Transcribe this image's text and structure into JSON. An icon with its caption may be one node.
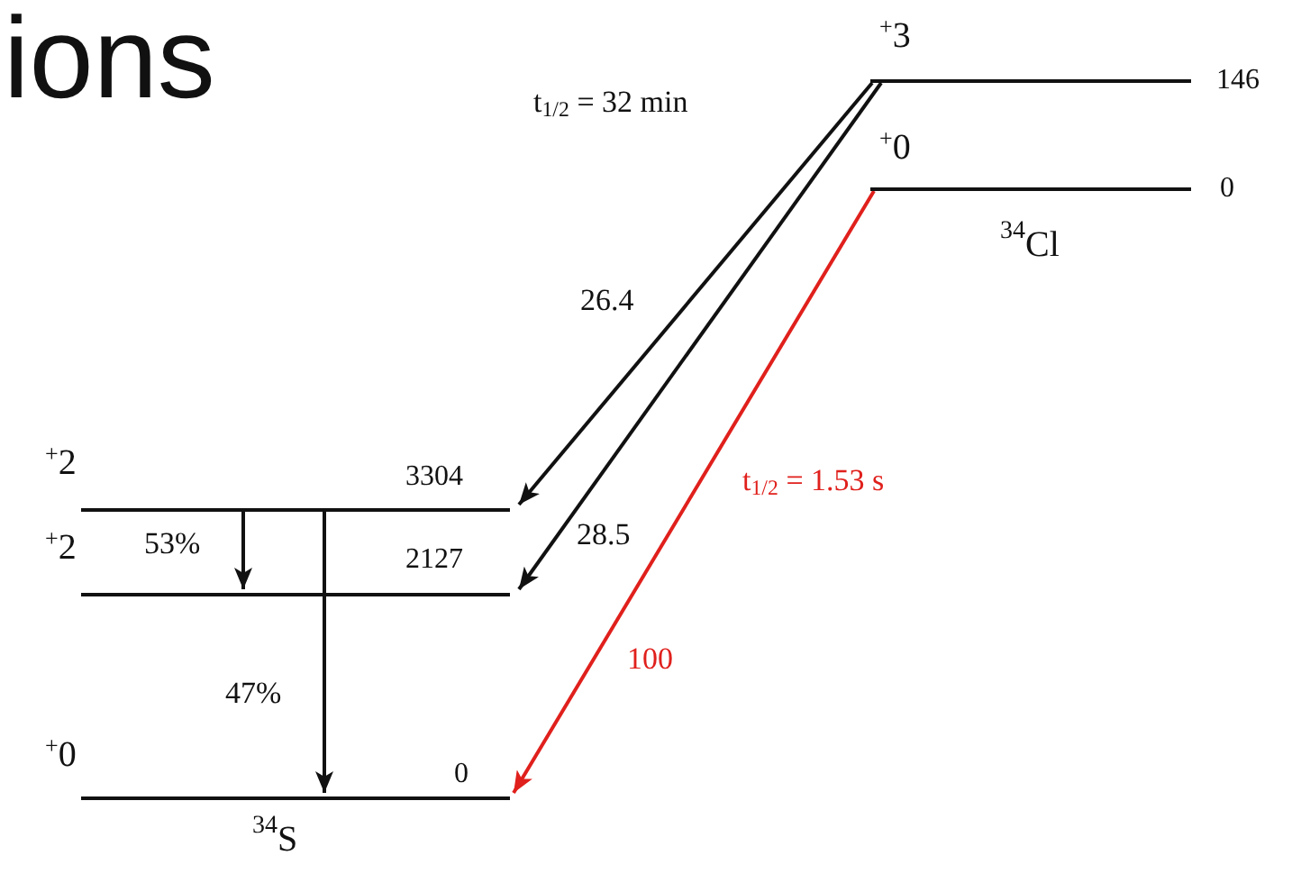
{
  "diagram": {
    "title": "ions",
    "nodes": [
      {
        "text": [
          "$^{+}$3",
          "146"
        ]
      },
      {
        "text": [
          "$^{+}$0",
          "0"
        ]
      },
      {
        "text": [
          "$^{+}$2",
          "3304"
        ]
      },
      {
        "text": [
          "$^{+}$2",
          "2127"
        ]
      },
      {
        "text": [
          "$^{+}$0",
          "0"
        ]
      }
    ],
    "edges": [
      {
        "from": 0,
        "to": 2,
        "arrow": "to",
        "label": "26.4"
      },
      {
        "from": 0,
        "to": 3,
        "arrow": "to",
        "label": "28.5"
      },
      {
        "from": 1,
        "to": 4,
        "arrow": "to",
        "label": "100",
        "color": "#e0201c"
      },
      {
        "from": 2,
        "to": 3,
        "arrow": "to",
        "label": "53%"
      },
      {
        "from": 2,
        "to": 4,
        "arrow": "to",
        "label": "47%"
      }
    ],
    "labels": [
      "t$_{1/2}$ = 32 min",
      "$^{34}$Cl",
      "t$_{1/2}$ = 1.53 s",
      "$^{34}$S"
    ]
  }
}
